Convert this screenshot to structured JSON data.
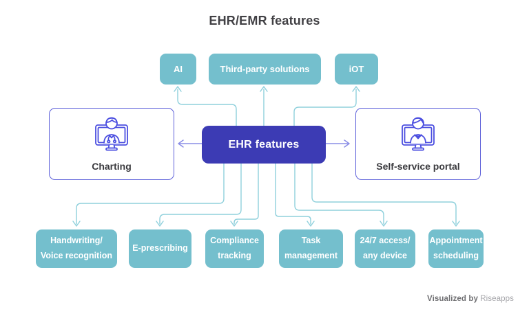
{
  "title": "EHR/EMR features",
  "center": {
    "label": "EHR features"
  },
  "top_nodes": [
    {
      "label": "AI"
    },
    {
      "label": "Third-party solutions"
    },
    {
      "label": "iOT"
    }
  ],
  "side_nodes": [
    {
      "label": "Charting",
      "icon": "doctor-on-monitor-icon"
    },
    {
      "label": "Self-service portal",
      "icon": "user-on-monitor-icon"
    }
  ],
  "bottom_nodes": [
    {
      "lines": [
        "Handwriting/",
        "Voice recognition"
      ]
    },
    {
      "lines": [
        "E-prescribing"
      ]
    },
    {
      "lines": [
        "Compliance",
        "tracking"
      ]
    },
    {
      "lines": [
        "Task",
        "management"
      ]
    },
    {
      "lines": [
        "24/7 access/",
        "any device"
      ]
    },
    {
      "lines": [
        "Appointment",
        "scheduling"
      ]
    }
  ],
  "footer": {
    "prefix": "Visualized by",
    "brand": "Riseapps"
  },
  "colors": {
    "node_teal": "#74bfcd",
    "center_indigo": "#3c3bb4",
    "card_outline": "#5c5fd9",
    "icon_indigo": "#4b4ee0",
    "connector_teal": "#8fd0dc",
    "side_arrow_indigo": "#8a8de6",
    "title_text": "#414044",
    "footer_text": "#6f6f72"
  }
}
